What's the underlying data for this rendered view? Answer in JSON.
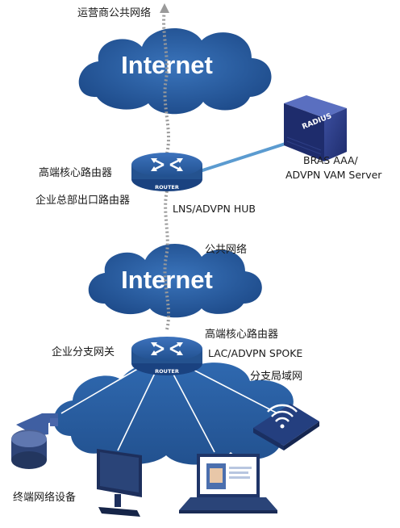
{
  "labels": {
    "top_public_network": "运营商公共网络",
    "internet_top": "Internet",
    "hub_core_router": "高端核心路由器",
    "hub_exit_router": "企业总部出口路由器",
    "hub_role": "LNS/ADVPN HUB",
    "server_badge": "RADIUS",
    "server_line1": "BRAS AAA/",
    "server_line2": "ADVPN VAM Server",
    "middle_public_network": "公共网络",
    "internet_middle": "Internet",
    "spoke_core_router": "高端核心路由器",
    "spoke_role": "LAC/ADVPN SPOKE",
    "branch_gateway": "企业分支网关",
    "branch_lan": "分支局域网",
    "terminal_devices": "终端网络设备",
    "router_label_hub": "ROUTER",
    "router_label_spoke": "ROUTER"
  },
  "colors": {
    "cloud_dark": "#1f4f8f",
    "cloud_mid": "#2d63a8",
    "lan_cloud": "#2b60a6",
    "router_body": "#2a5aa0",
    "link_line": "#4f8fc4",
    "tunnel_line": "#9a9a9a"
  }
}
